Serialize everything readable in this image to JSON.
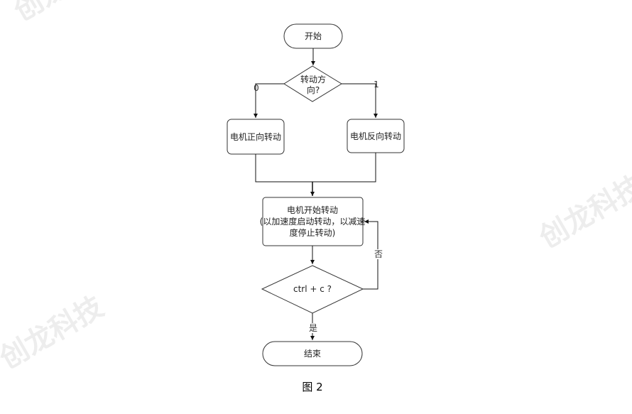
{
  "watermark": {
    "text": "创龙科技"
  },
  "nodes": {
    "start": "开始",
    "direction_line1": "转动方",
    "direction_line2": "向?",
    "forward": "电机正向转动",
    "reverse": "电机反向转动",
    "begin_line1": "电机开始转动",
    "begin_line2": "(以加速度启动转动，以减速",
    "begin_line3": "度停止转动)",
    "check": "ctrl + c ?",
    "end": "结束"
  },
  "edges": {
    "zero": "0",
    "one": "1",
    "no": "否",
    "yes": "是"
  },
  "caption": "图  2"
}
